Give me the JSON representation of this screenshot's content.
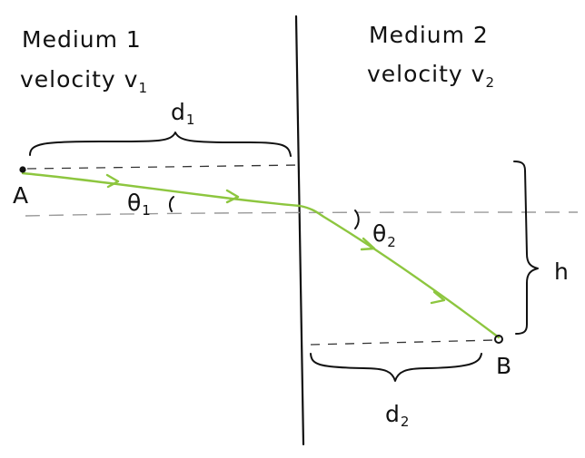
{
  "labels": {
    "medium1_line1": "Medium 1",
    "medium1_line2_text": "velocity v",
    "medium1_line2_sub": "1",
    "medium2_line1": "Medium 2",
    "medium2_line2_text": "velocity v",
    "medium2_line2_sub": "2",
    "d1_text": "d",
    "d1_sub": "1",
    "d2_text": "d",
    "d2_sub": "2",
    "theta1_text": "θ",
    "theta1_sub": "1",
    "theta2_text": "θ",
    "theta2_sub": "2",
    "point_a": "A",
    "point_b": "B",
    "h": "h"
  },
  "colors": {
    "ray": "#8dc63f",
    "ink": "#111111",
    "guide": "#9a9a9a"
  }
}
